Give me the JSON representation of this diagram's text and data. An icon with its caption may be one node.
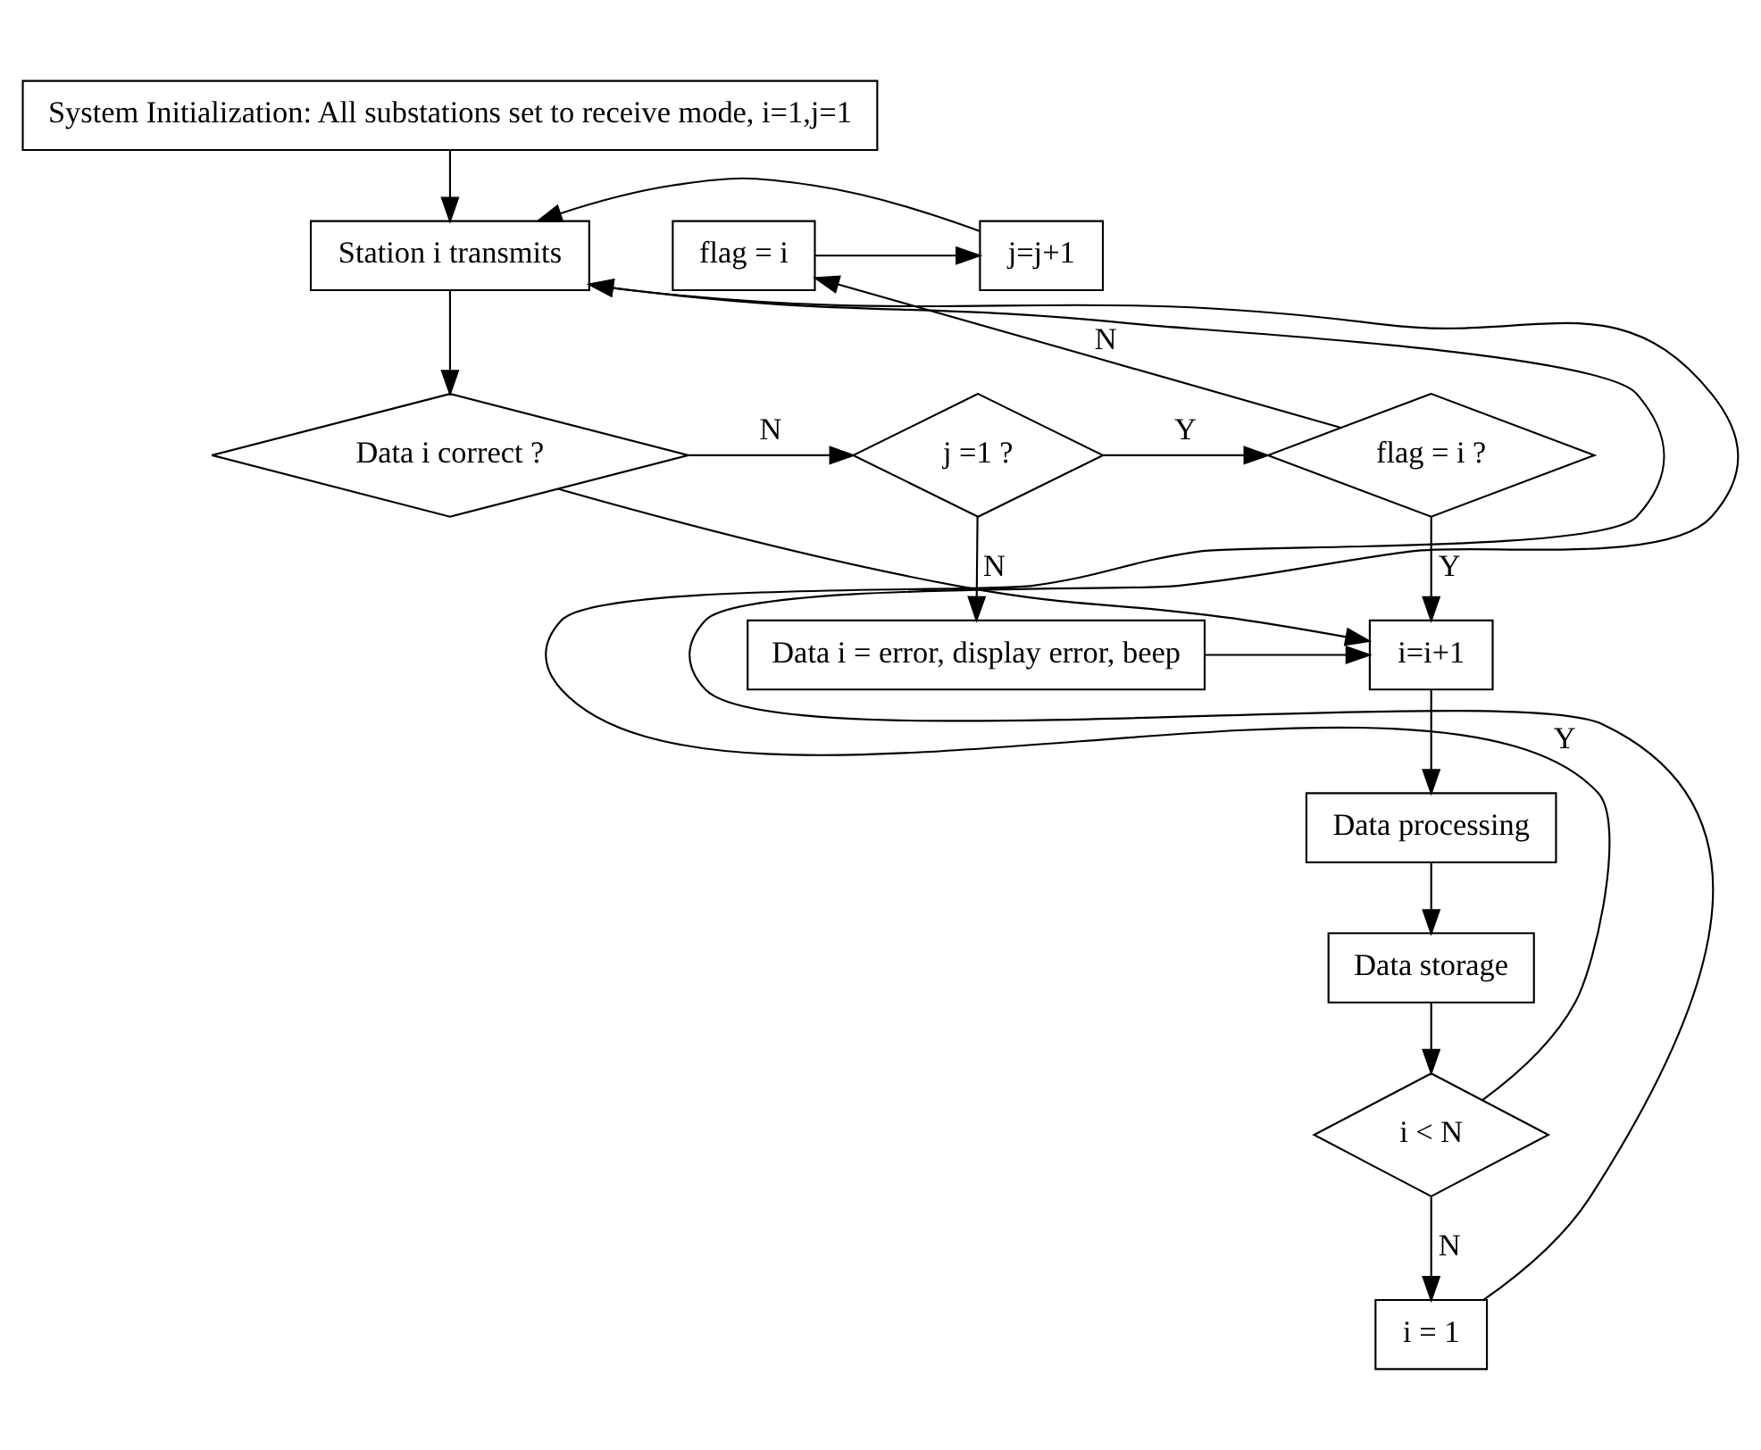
{
  "diagram": {
    "nodes": [
      {
        "text": [
          "System Initialization: All substations set to receive mode, i=1,j=1"
        ]
      },
      {
        "text": [
          "Station i transmits"
        ]
      },
      {
        "text": [
          "Data i correct ?"
        ]
      },
      {
        "text": [
          "j =1 ?"
        ]
      },
      {
        "text": [
          "flag = i ?"
        ]
      },
      {
        "text": [
          "flag = i"
        ]
      },
      {
        "text": [
          "j=j+1"
        ]
      },
      {
        "text": [
          "i=i+1"
        ]
      },
      {
        "text": [
          "Data i = error, display error, beep"
        ]
      },
      {
        "text": [
          "Data processing"
        ]
      },
      {
        "text": [
          "Data storage"
        ]
      },
      {
        "text": [
          "i < N"
        ]
      },
      {
        "text": [
          "i = 1"
        ]
      }
    ],
    "edges": [
      {
        "from": 0,
        "to": 1,
        "arrow": "to"
      },
      {
        "from": 1,
        "to": 2,
        "arrow": "to"
      },
      {
        "from": 2,
        "to": 3,
        "arrow": "to",
        "label": "N"
      },
      {
        "from": 3,
        "to": 4,
        "arrow": "to",
        "label": "Y"
      },
      {
        "from": 4,
        "to": 5,
        "arrow": "to",
        "label": "N"
      },
      {
        "from": 5,
        "to": 6,
        "arrow": "to"
      },
      {
        "from": 6,
        "to": 1,
        "arrow": "to"
      },
      {
        "from": 2,
        "to": 7,
        "arrow": "to"
      },
      {
        "from": 3,
        "to": 8,
        "arrow": "to",
        "label": "N"
      },
      {
        "from": 8,
        "to": 7,
        "arrow": "to"
      },
      {
        "from": 4,
        "to": 7,
        "arrow": "to",
        "label": "Y"
      },
      {
        "from": 7,
        "to": 9,
        "arrow": "to"
      },
      {
        "from": 9,
        "to": 10,
        "arrow": "to"
      },
      {
        "from": 10,
        "to": 11,
        "arrow": "to"
      },
      {
        "from": 11,
        "to": 1,
        "arrow": "to",
        "label": "Y"
      },
      {
        "from": 11,
        "to": 12,
        "arrow": "to",
        "label": "N"
      },
      {
        "from": 12,
        "to": 1,
        "arrow": "to"
      }
    ]
  }
}
